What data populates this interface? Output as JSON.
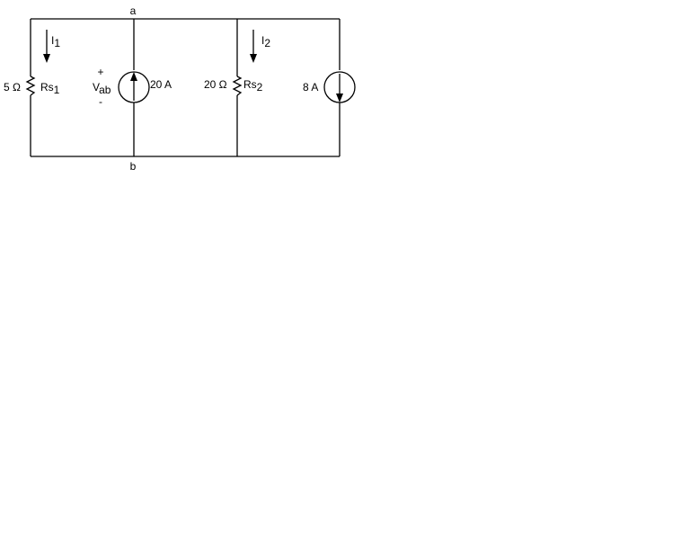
{
  "nodes": {
    "top": "a",
    "bottom": "b"
  },
  "rs1": {
    "value": "5 Ω",
    "name": "Rs",
    "sub": "1"
  },
  "rs2": {
    "value": "20 Ω",
    "name": "Rs",
    "sub": "2"
  },
  "i1": {
    "name": "I",
    "sub": "1"
  },
  "i2": {
    "name": "I",
    "sub": "2"
  },
  "source1": {
    "value": "20 A"
  },
  "source2": {
    "value": "8 A"
  },
  "vab": {
    "plus": "+",
    "name": "V",
    "sub": "ab",
    "minus": "-"
  }
}
